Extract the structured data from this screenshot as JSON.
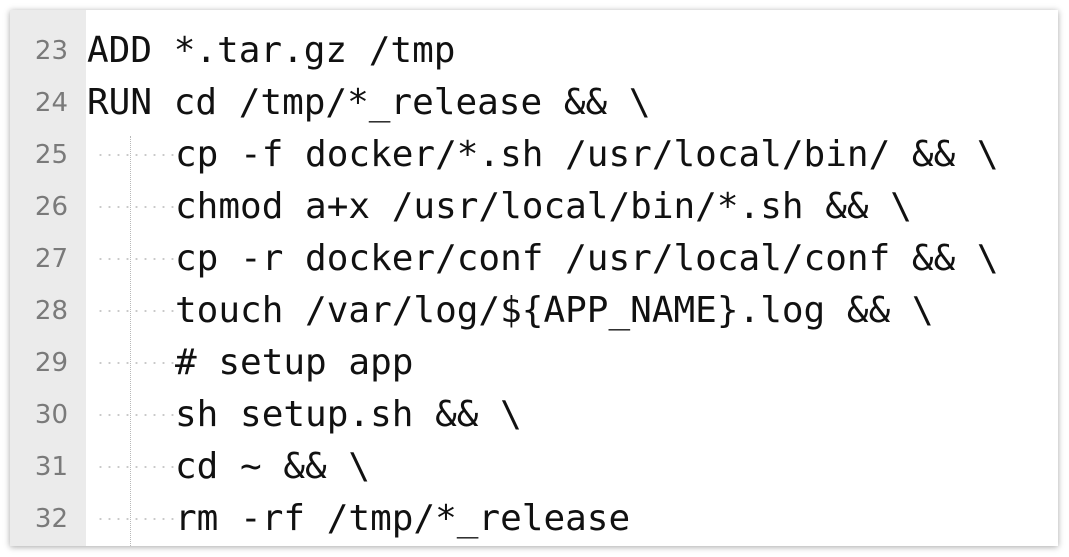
{
  "editor": {
    "lines": [
      {
        "number": "23",
        "code": "ADD *.tar.gz /tmp"
      },
      {
        "number": "24",
        "code": "RUN cd /tmp/*_release && \\"
      },
      {
        "number": "25",
        "code": "cp -f docker/*.sh /usr/local/bin/ && \\"
      },
      {
        "number": "26",
        "code": "chmod a+x /usr/local/bin/*.sh && \\"
      },
      {
        "number": "27",
        "code": "cp -r docker/conf /usr/local/conf && \\"
      },
      {
        "number": "28",
        "code": "touch /var/log/${APP_NAME}.log && \\"
      },
      {
        "number": "29",
        "code": "# setup app"
      },
      {
        "number": "30",
        "code": "sh setup.sh && \\"
      },
      {
        "number": "31",
        "code": "cd ~ && \\"
      },
      {
        "number": "32",
        "code": "rm -rf /tmp/*_release"
      }
    ]
  },
  "colors": {
    "gutter_background": "#ebebeb",
    "line_number": "#7a7a7a",
    "code_text": "#111111"
  }
}
